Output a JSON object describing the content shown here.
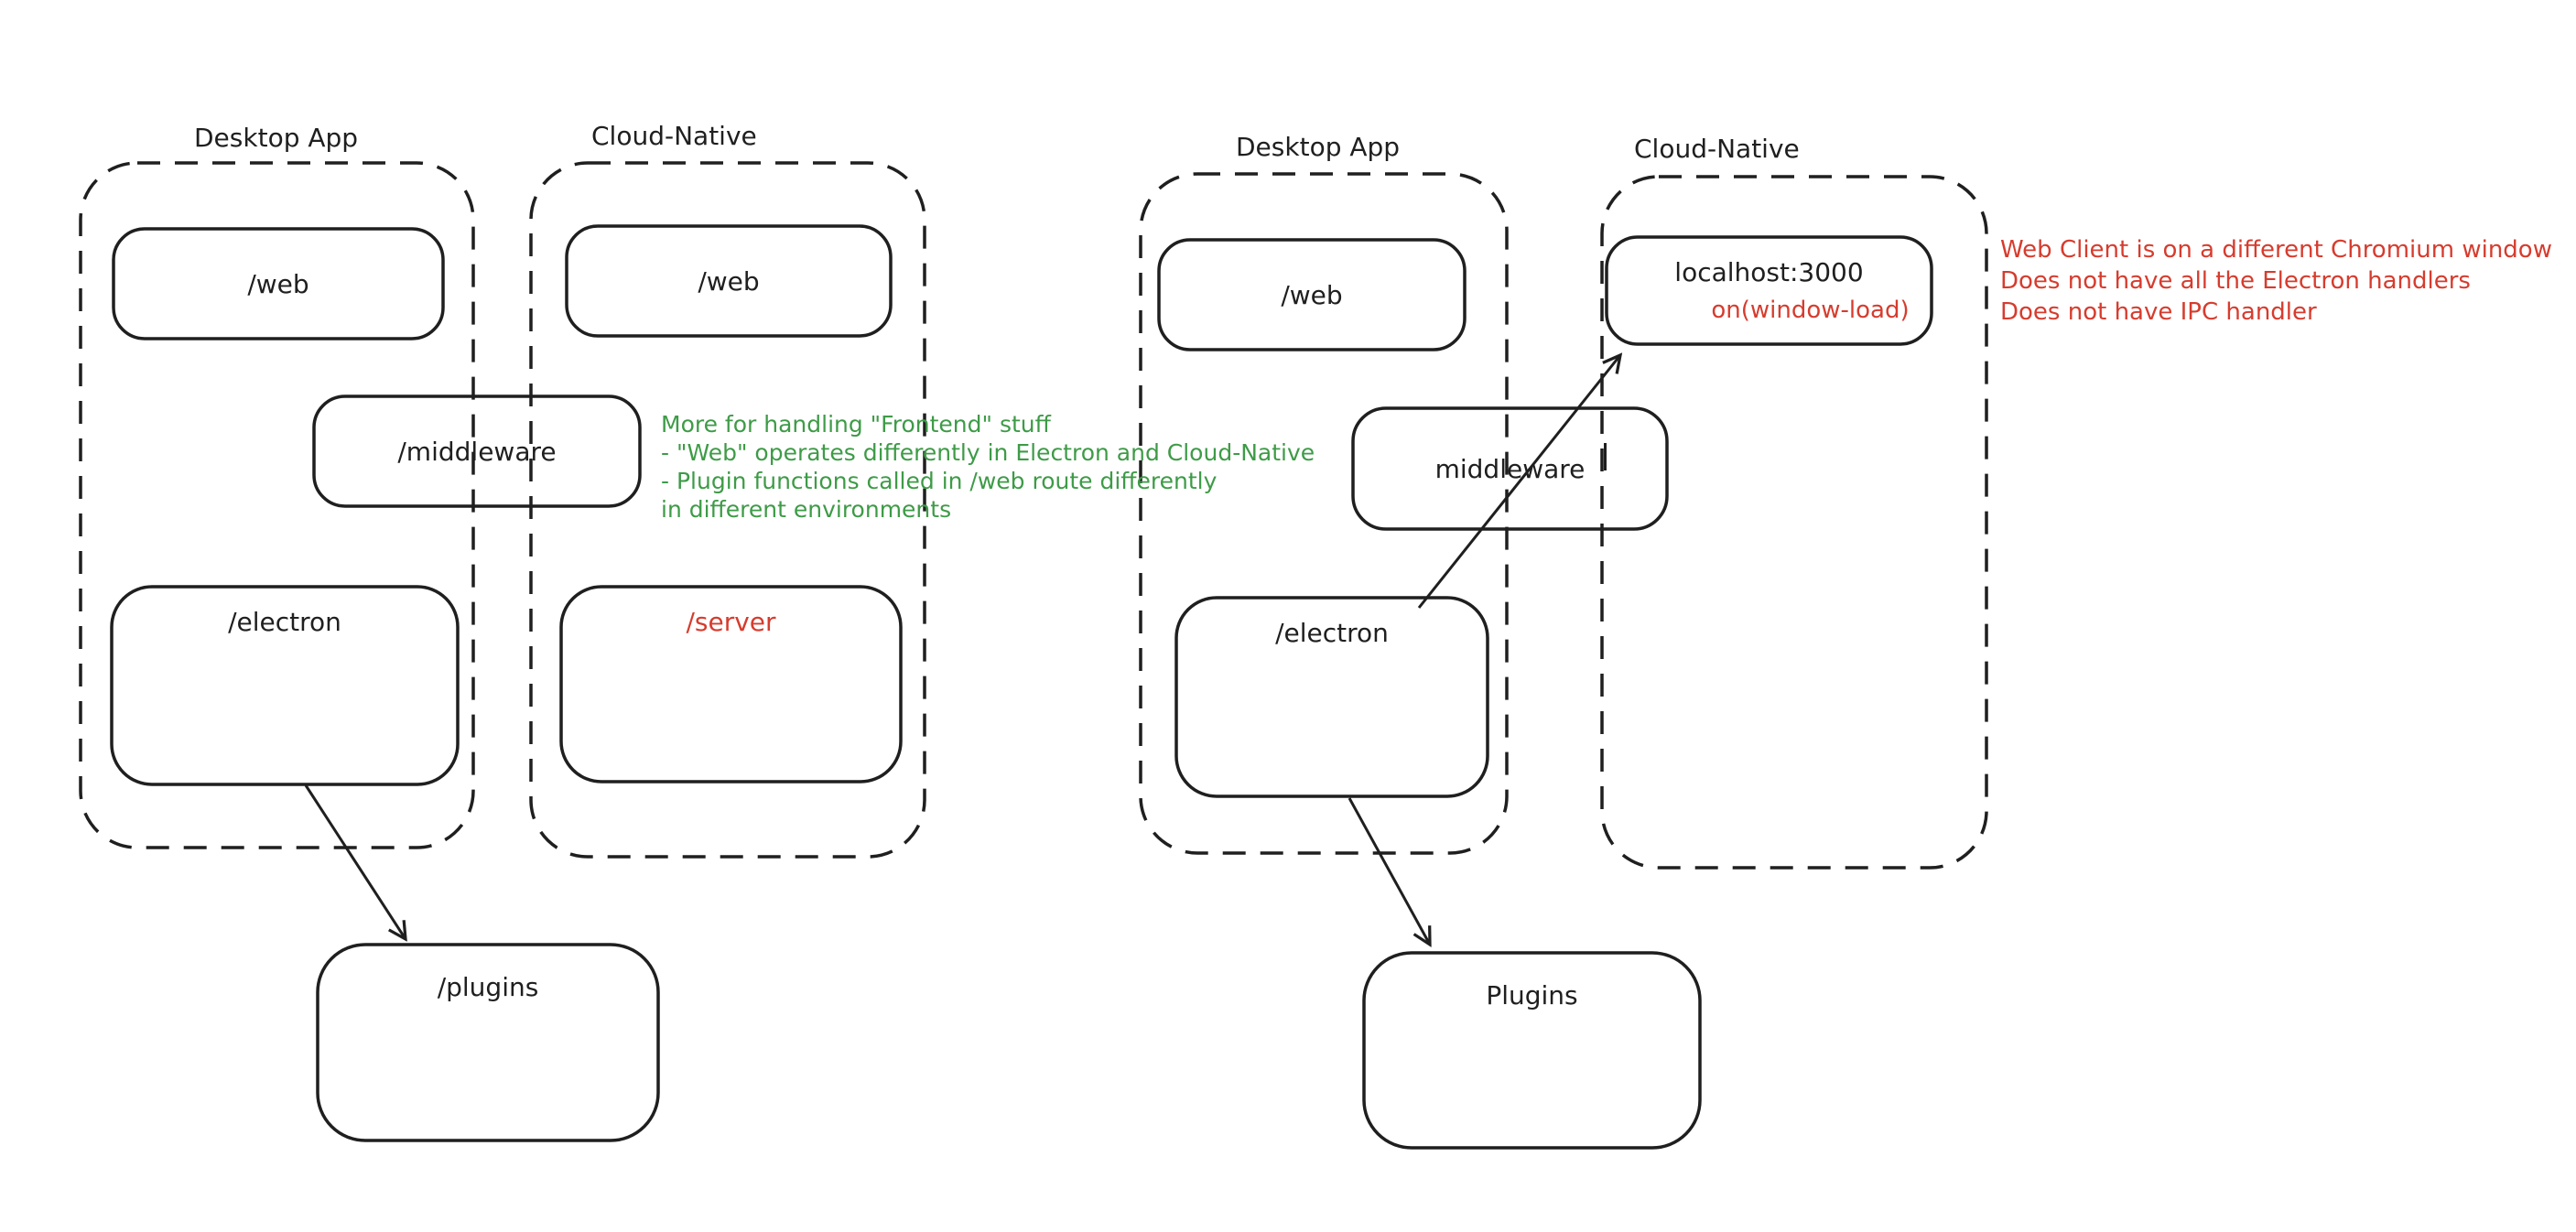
{
  "colors": {
    "bg": "#ffffff",
    "stroke": "#1f1f1f",
    "green": "#3e9b47",
    "red": "#d63c2e"
  },
  "left": {
    "desktop": {
      "title": "Desktop App",
      "web": "/web",
      "electron": "/electron"
    },
    "cloud": {
      "title": "Cloud-Native",
      "web": "/web",
      "server": "/server"
    },
    "middleware": "/middleware",
    "plugins": "/plugins",
    "note": {
      "lines": [
        "More for handling \"Frontend\" stuff",
        "- \"Web\" operates differently in Electron and Cloud-Native",
        "- Plugin functions called in /web route differently",
        "in different environments"
      ]
    }
  },
  "right": {
    "desktop": {
      "title": "Desktop App",
      "web": "/web",
      "electron": "/electron"
    },
    "cloud": {
      "title": "Cloud-Native",
      "localhost": "localhost:3000",
      "window_load": "on(window-load)"
    },
    "middleware": "middleware",
    "plugins": "Plugins",
    "note": {
      "lines": [
        "Web Client is on a different Chromium window",
        "Does not have all the Electron handlers",
        "Does not have IPC handler"
      ]
    }
  }
}
